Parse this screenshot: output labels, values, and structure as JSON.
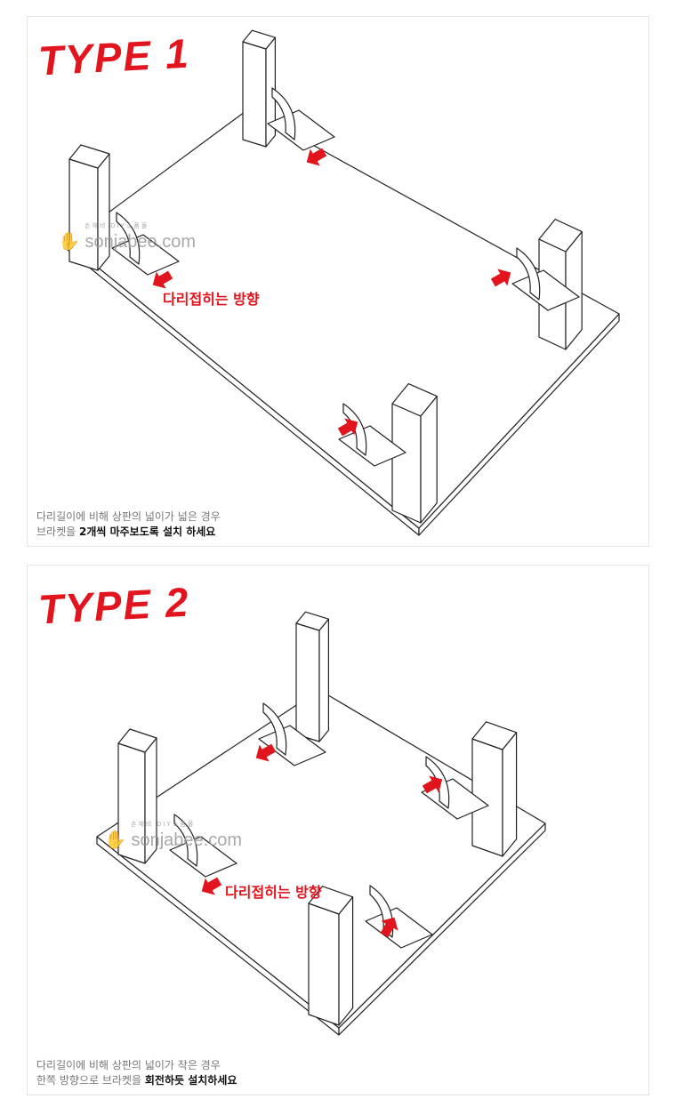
{
  "panels": [
    {
      "title": "TYPE 1",
      "direction_label": "다리접히는 방향",
      "caption_line1": "다리길이에 비해 상판의 넓이가 넓은 경우",
      "caption_line2_plain": "브라켓을 ",
      "caption_line2_bold": "2개씩 마주보도록 설치 하세요"
    },
    {
      "title": "TYPE 2",
      "direction_label": "다리접히는 방향",
      "caption_line1": "다리길이에 비해 상판의 넓이가 작은 경우",
      "caption_line2_plain": "한쪽 방향으로 브라켓을 ",
      "caption_line2_bold": "회전하듯 설치하세요"
    }
  ],
  "watermark": {
    "text": "sonjabee.com",
    "subtext": "손재비 DIY소품몰"
  },
  "colors": {
    "accent": "#e2141d",
    "line": "#222222",
    "caption": "#777777"
  }
}
